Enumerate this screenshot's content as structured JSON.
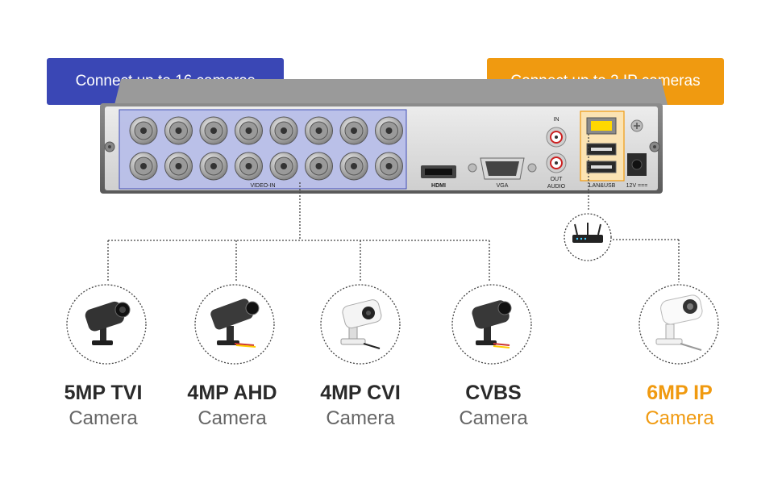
{
  "callouts": {
    "analog": "Connect up to 16 cameras",
    "ip": "Connect up to 2 IP cameras"
  },
  "ports": {
    "video_in": "VIDEO-IN",
    "hdmi": "HDMI",
    "vga": "VGA",
    "in": "IN",
    "out": "OUT",
    "audio": "AUDIO",
    "lan_usb": "LAN&USB",
    "power": "12V ==="
  },
  "cameras": [
    {
      "model": "5MP TVI",
      "type": "Camera"
    },
    {
      "model": "4MP AHD",
      "type": "Camera"
    },
    {
      "model": "4MP CVI",
      "type": "Camera"
    },
    {
      "model": "CVBS",
      "type": "Camera"
    },
    {
      "model": "6MP IP",
      "type": "Camera"
    }
  ],
  "colors": {
    "analog_accent": "#3a47b5",
    "ip_accent": "#f09a10"
  }
}
